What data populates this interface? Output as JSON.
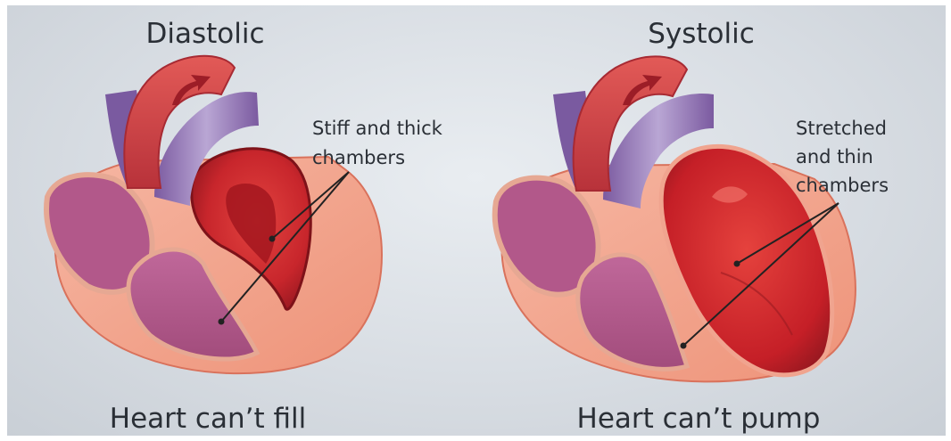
{
  "panels": {
    "left": {
      "title": "Diastolic",
      "annotation": {
        "line1": "Stiff and thick",
        "line2": "chambers"
      },
      "caption": "Heart can’t fill"
    },
    "right": {
      "title": "Systolic",
      "annotation": {
        "line1": "Stretched",
        "line2": "and thin",
        "line3": "chambers"
      },
      "caption": "Heart can’t pump"
    }
  },
  "colors": {
    "background": "#dde2e7",
    "heart_outer": "#f2a089",
    "heart_wall": "#e97d6a",
    "left_ventricle": "#c8262c",
    "right_ventricle": "#b35a86",
    "vessel_purple": "#8a6aa8",
    "aorta_red": "#d94a4a",
    "text": "#2a2f36"
  }
}
